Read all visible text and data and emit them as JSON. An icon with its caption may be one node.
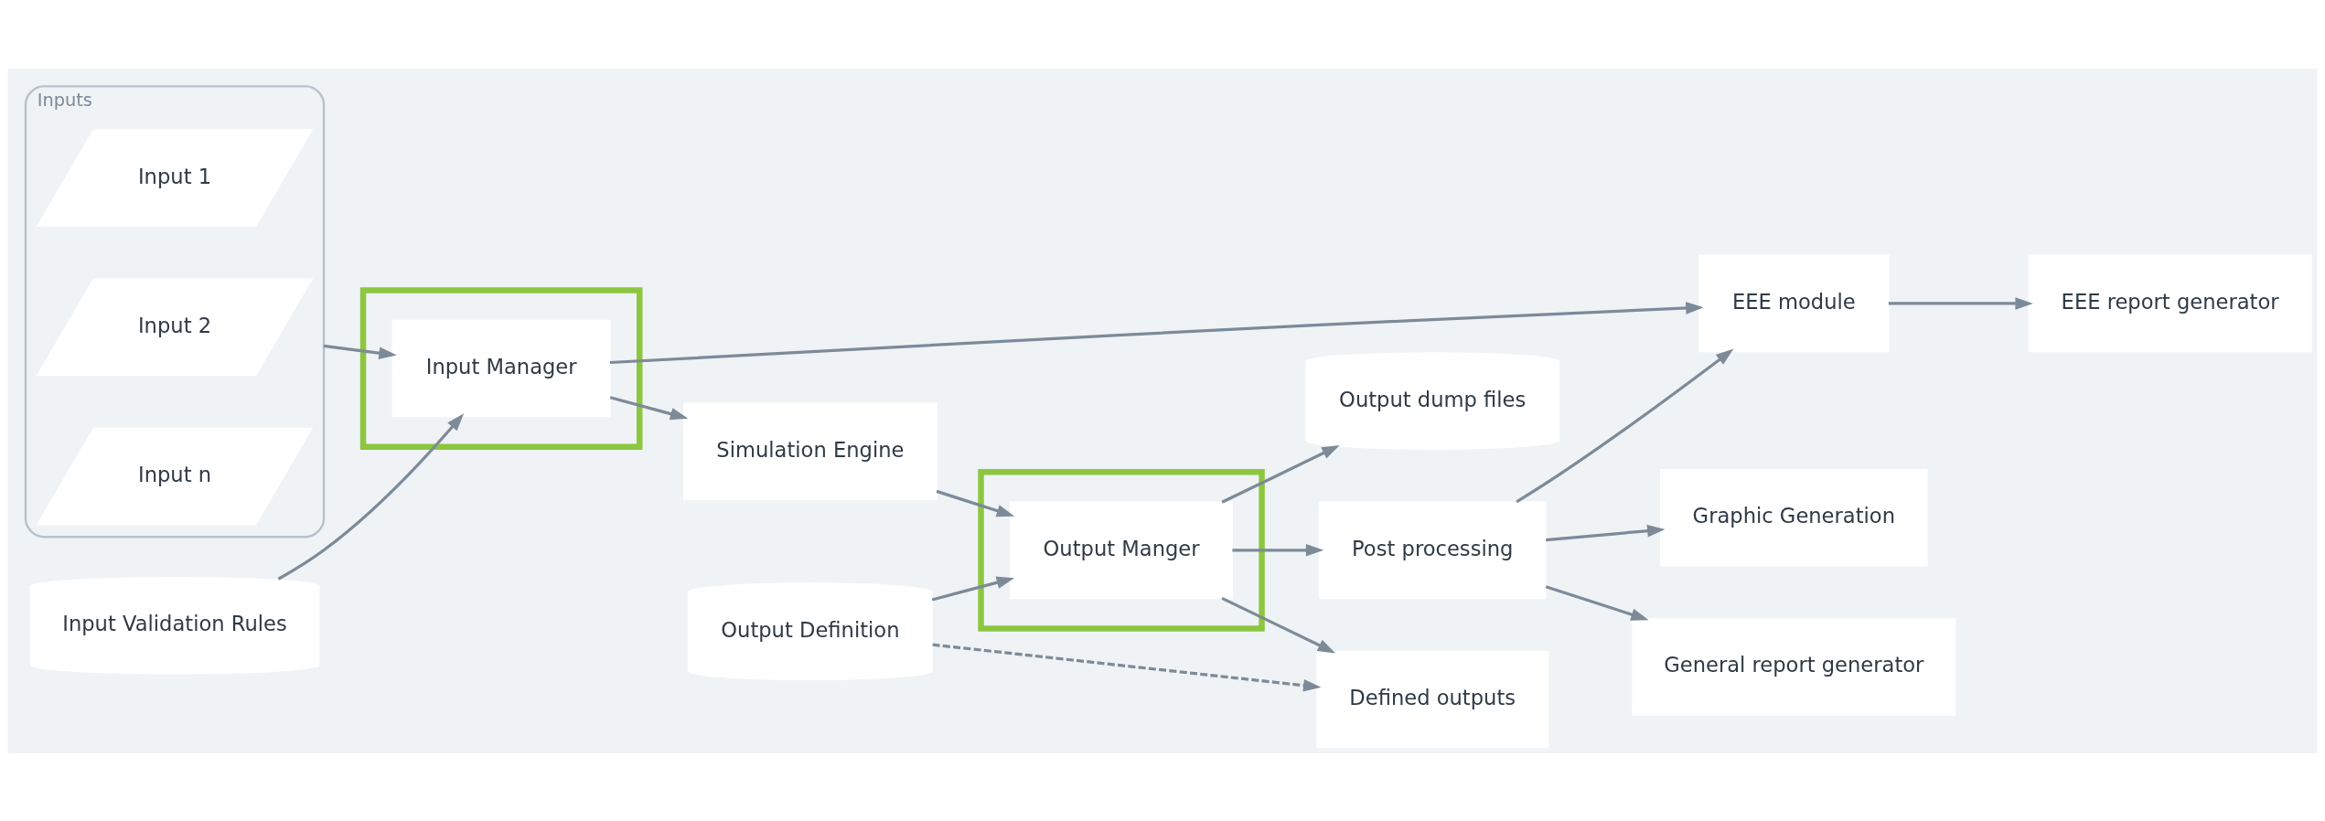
{
  "diagram": {
    "nodes": [
      {
        "text": [
          "Inputs"
        ]
      },
      {
        "text": [
          "Input 1"
        ],
        "in": 0
      },
      {
        "text": [
          "Input 2"
        ],
        "in": 0
      },
      {
        "text": [
          "Input n"
        ],
        "in": 0
      },
      {
        "text": [],
        "shape": "box"
      },
      {
        "text": [
          "Input Manager"
        ],
        "in": 4
      },
      {
        "text": [
          "Simulation Engine"
        ]
      },
      {
        "text": [],
        "shape": "box"
      },
      {
        "text": [
          "Output Manger"
        ],
        "in": 7
      },
      {
        "text": [
          "EEE module"
        ]
      },
      {
        "text": [
          "EEE report generator"
        ]
      },
      {
        "text": [
          "Graphic Generation"
        ]
      },
      {
        "text": [
          "Post processing"
        ]
      },
      {
        "text": [
          "General report generator"
        ]
      },
      {
        "text": [
          "Input Validation Rules"
        ]
      },
      {
        "text": [
          "Output Definition"
        ]
      },
      {
        "text": [
          "Defined outputs"
        ]
      },
      {
        "text": [
          "Output dump files"
        ]
      }
    ],
    "edges": [
      {
        "from": 0,
        "to": 5,
        "arrow": "to"
      },
      {
        "from": 5,
        "to": 9,
        "arrow": "to"
      },
      {
        "from": 5,
        "to": 6,
        "arrow": "to"
      },
      {
        "from": 14,
        "to": 5,
        "arrow": "to"
      },
      {
        "from": 6,
        "to": 8,
        "arrow": "to"
      },
      {
        "from": 15,
        "to": 8,
        "arrow": "to"
      },
      {
        "from": 8,
        "to": 16,
        "arrow": "to"
      },
      {
        "from": 15,
        "to": 16,
        "arrow": "to",
        "style": "dashed"
      },
      {
        "from": 8,
        "to": 17,
        "arrow": "to"
      },
      {
        "from": 8,
        "to": 12,
        "arrow": "to"
      },
      {
        "from": 12,
        "to": 9,
        "arrow": "to"
      },
      {
        "from": 12,
        "to": 11,
        "arrow": "to"
      },
      {
        "from": 12,
        "to": 13,
        "arrow": "to"
      },
      {
        "from": 9,
        "to": 10,
        "arrow": "to"
      }
    ]
  }
}
